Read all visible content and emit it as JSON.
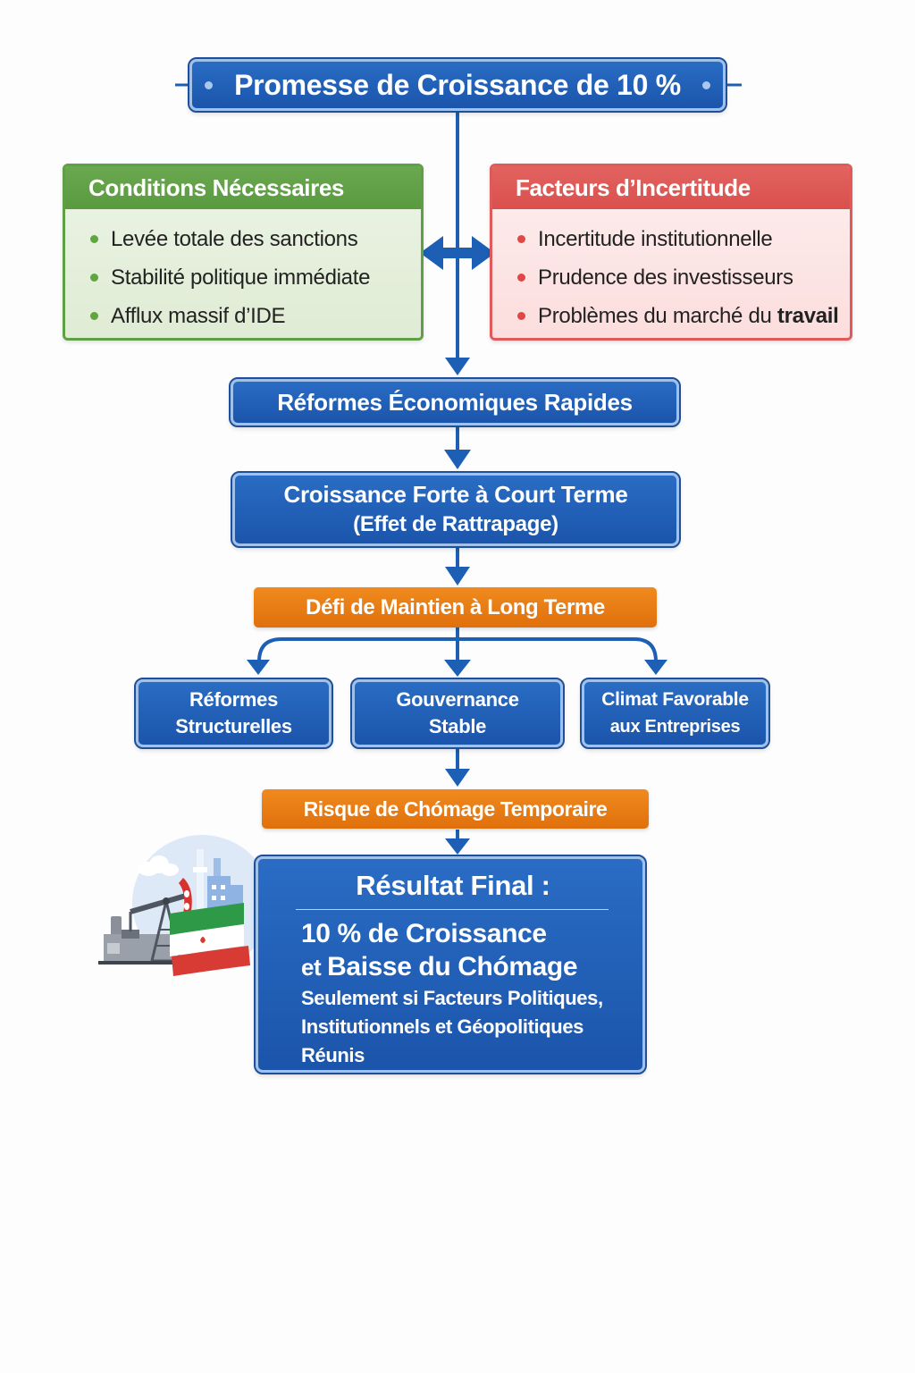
{
  "diagram": {
    "title": "Promesse de Croissance de 10 %",
    "conditions": {
      "heading": "Conditions Nécessaires",
      "items": [
        "Levée totale des sanctions",
        "Stabilité politique immédiate",
        "Afflux massif d’IDE"
      ],
      "color": "#5f9f45"
    },
    "uncertainty": {
      "heading": "Facteurs d’Incertitude",
      "items": [
        "Incertitude institutionnelle",
        "Prudence des investisseurs",
        "Problèmes du marché du"
      ],
      "last_item_bold": "travail",
      "color": "#e05a5a"
    },
    "steps": {
      "reformes": "Réformes Économiques Rapides",
      "croissance_line1": "Croissance Forte à Court Terme",
      "croissance_line2": "(Effet de Rattrapage)",
      "defi": "Défi de Maintien à Long Terme",
      "risque": "Risque de Chómage Temporaire"
    },
    "pillars": [
      {
        "line1": "Réformes",
        "line2": "Structurelles"
      },
      {
        "line1": "Gouvernance",
        "line2": "Stable"
      },
      {
        "line1": "Climat Favorable",
        "line2": "aux Entreprises"
      }
    ],
    "final": {
      "title": "Résultat Final :",
      "line1": "10 % de Croissance",
      "line2_prefix": "et ",
      "line2_main": "Baisse du Chómage",
      "line3": "Seulement si Facteurs Politiques,",
      "line4": "Institutionnels et Géopolitiques",
      "line5": "Réunis"
    },
    "illustration": "oil-pump-flag-city-icon",
    "colors": {
      "primary_blue": "#1f5cb3",
      "accent_orange": "#ec7f17",
      "connector_blue": "#1c5fb5"
    }
  }
}
